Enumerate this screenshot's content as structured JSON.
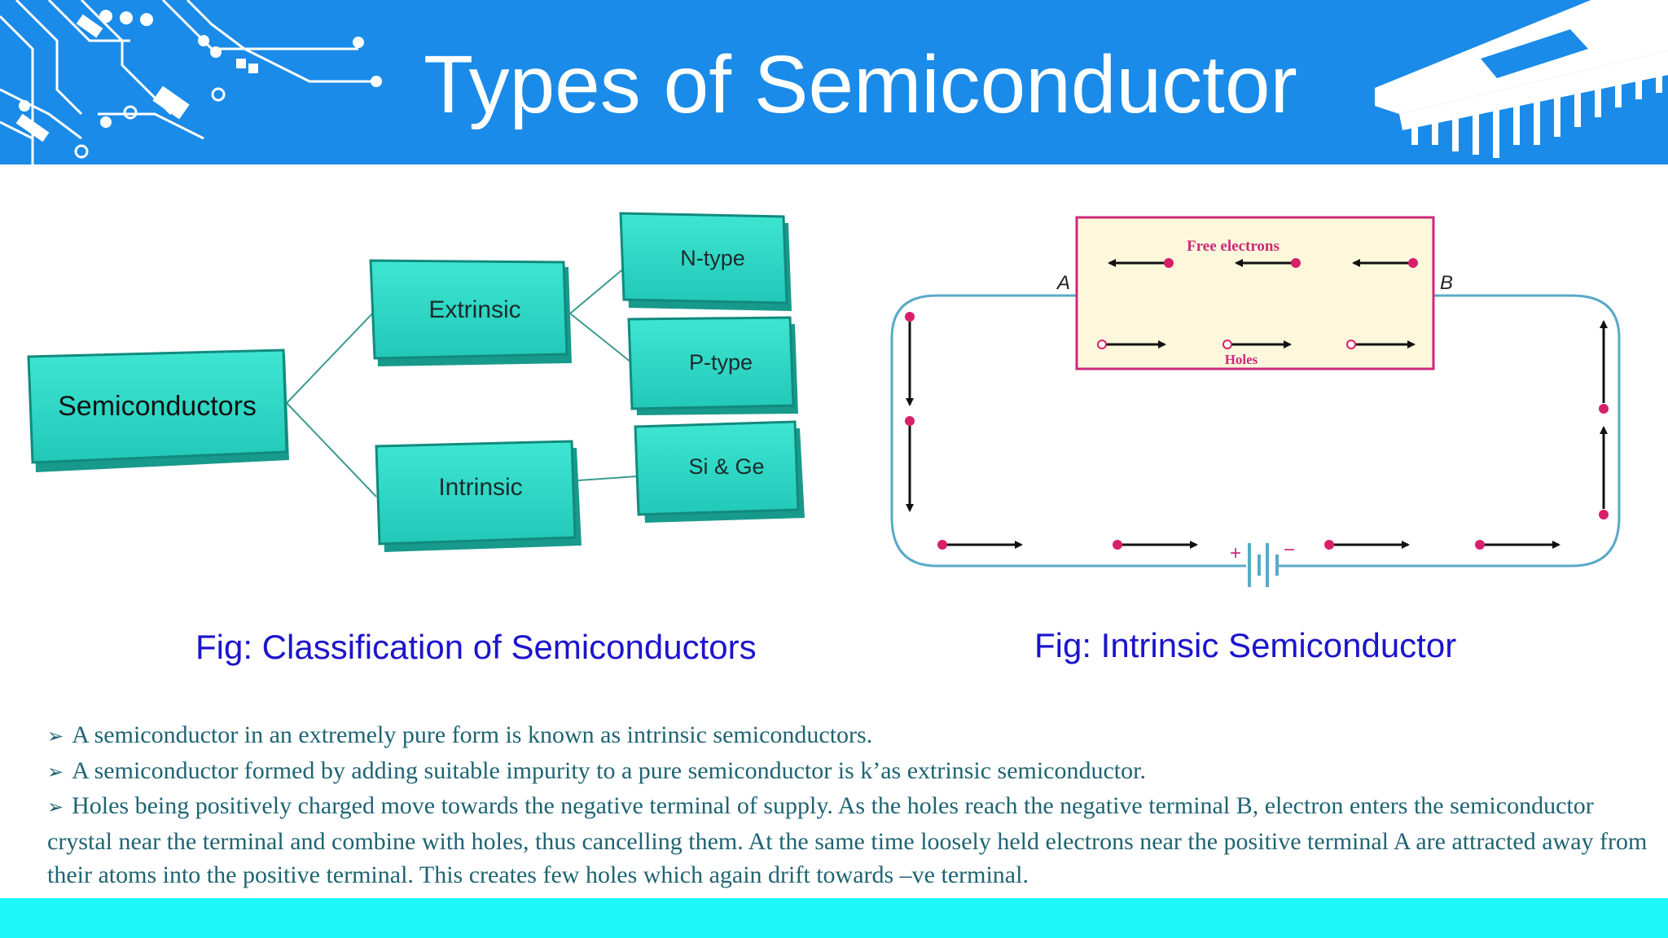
{
  "header": {
    "title": "Types of Semiconductor",
    "bg_color": "#1a8be8"
  },
  "classification": {
    "root": "Semiconductors",
    "branches": [
      {
        "label": "Extrinsic",
        "children": [
          "N-type",
          "P-type"
        ]
      },
      {
        "label": "Intrinsic",
        "children": [
          "Si & Ge"
        ]
      }
    ],
    "box_color": "#2ed9c6"
  },
  "intrinsic_diagram": {
    "terminal_a": "A",
    "terminal_b": "B",
    "free_electrons_label": "Free electrons",
    "holes_label": "Holes",
    "battery_plus": "+",
    "battery_minus": "−",
    "crystal_fill": "#fdf8dc",
    "crystal_border": "#cc2a7a",
    "wire_color": "#5aa9c8",
    "charge_color": "#d8206a"
  },
  "captions": {
    "left": "Fig: Classification of Semiconductors",
    "right": "Fig: Intrinsic Semiconductor"
  },
  "bullets": [
    "A semiconductor in an extremely pure form is known as intrinsic semiconductors.",
    "A  semiconductor formed by adding suitable impurity to a pure semiconductor is k’as extrinsic semiconductor.",
    "Holes being positively charged move towards the negative terminal of supply. As the holes reach the negative terminal B,  electron enters the semiconductor crystal near the terminal and combine with holes, thus cancelling them. At the same time loosely held electrons near the positive terminal A are attracted away from their atoms into the positive terminal. This creates few holes which again drift towards –ve terminal."
  ],
  "footer": {
    "bar_color": "#1ff7fb"
  }
}
